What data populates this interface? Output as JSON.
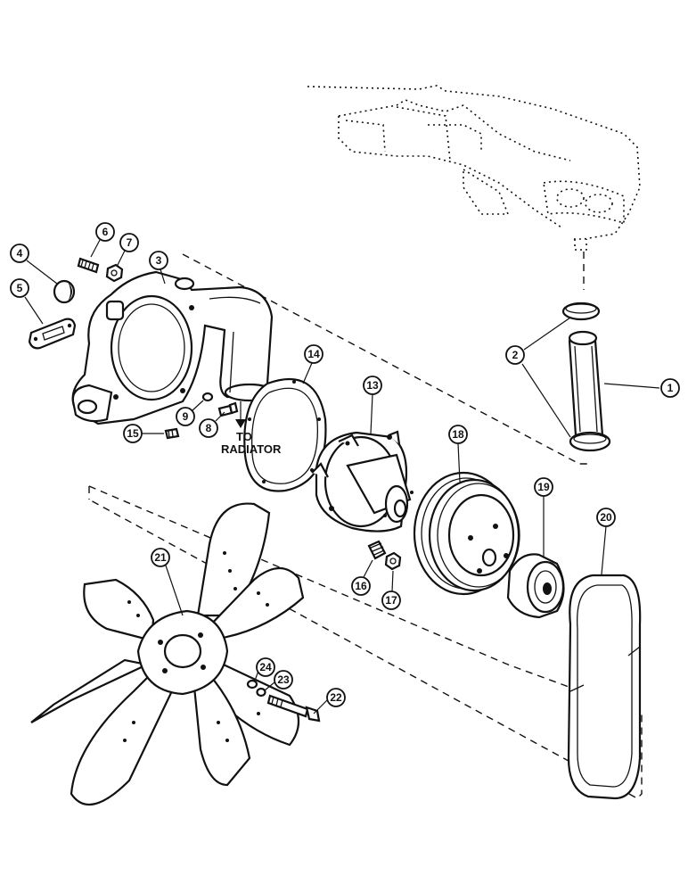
{
  "diagram": {
    "labels": {
      "to_radiator_line1": "TO",
      "to_radiator_line2": "RADIATOR"
    },
    "callouts": [
      "1",
      "2",
      "3",
      "4",
      "5",
      "6",
      "7",
      "8",
      "9",
      "13",
      "14",
      "15",
      "16",
      "17",
      "18",
      "19",
      "20",
      "21",
      "22",
      "23",
      "24"
    ]
  }
}
